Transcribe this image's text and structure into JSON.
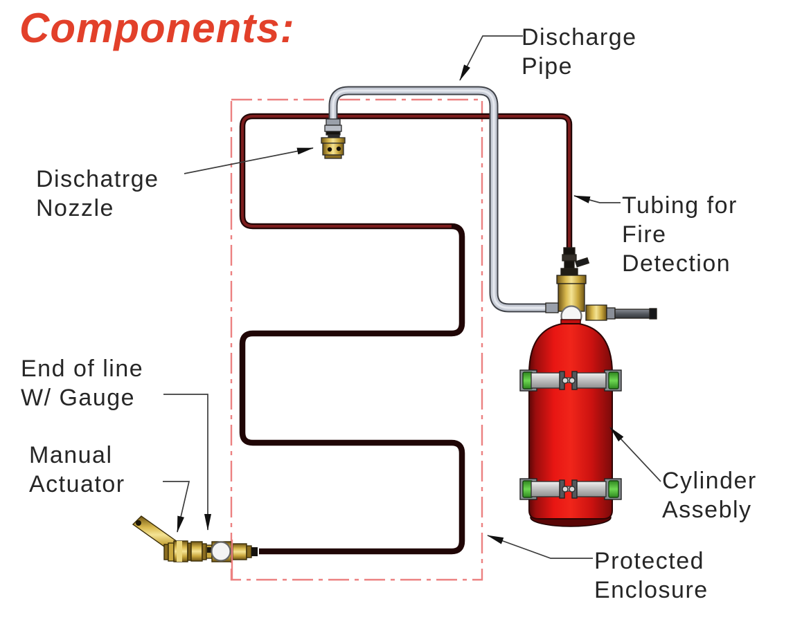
{
  "title": "Components:",
  "diagram": {
    "labels": {
      "discharge_pipe": {
        "lines": [
          "Discharge",
          "Pipe"
        ]
      },
      "discharge_nozzle": {
        "lines": [
          "Dischatrge",
          "Nozzle"
        ]
      },
      "fire_detection_tubing": {
        "lines": [
          "Tubing for",
          "Fire",
          "Detection"
        ]
      },
      "end_of_line_gauge": {
        "lines": [
          "End of line",
          "W/ Gauge"
        ]
      },
      "manual_actuator": {
        "lines": [
          "Manual",
          "Actuator"
        ]
      },
      "cylinder_assembly": {
        "lines": [
          "Cylinder",
          "Assebly"
        ]
      },
      "protected_enclosure": {
        "lines": [
          "Protected",
          "Enclosure"
        ]
      }
    },
    "colors": {
      "title_red": "#e2402a",
      "label_text": "#262626",
      "leader_line": "#3c3c3c",
      "enclosure_border": "#ec8080",
      "detection_tubing": "#6b1717",
      "discharge_pipe": "#c7ccd6",
      "discharge_pipe_outline": "#3f4248",
      "brass": "#cfac44",
      "cylinder_red": "#e31c14",
      "strap_gray": "#c4c4c4",
      "clip_green": "#4db83a",
      "gauge_white": "#f6f6f6"
    }
  }
}
